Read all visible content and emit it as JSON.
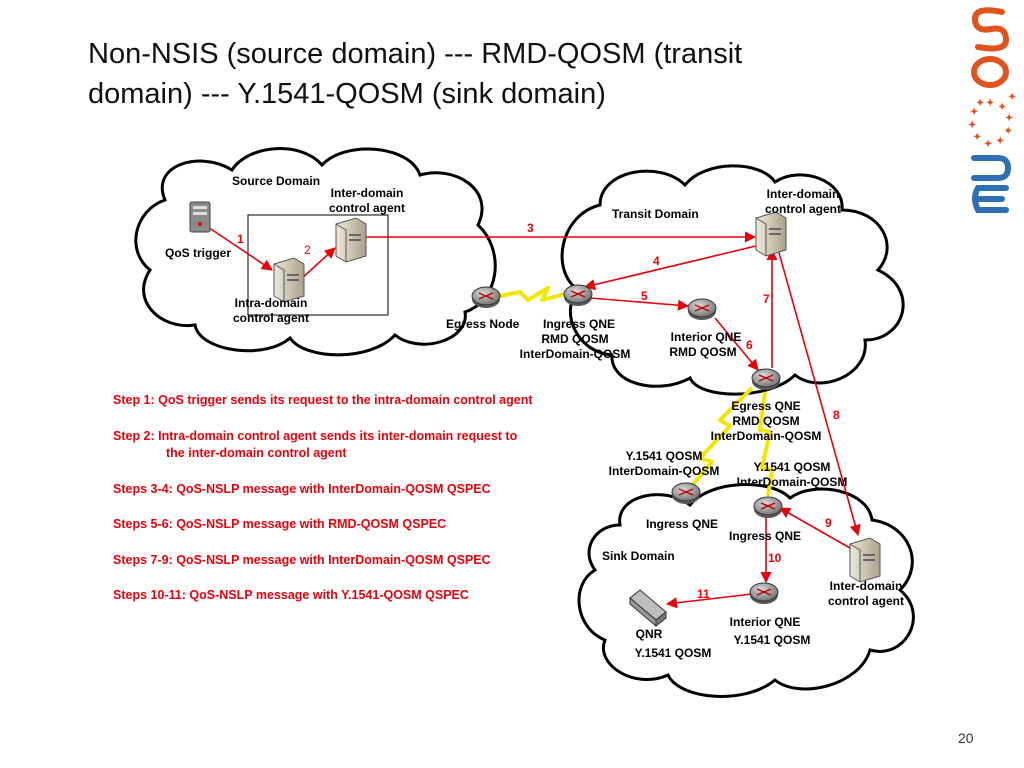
{
  "title": {
    "line1": "Non-NSIS (source domain) --- RMD-QOSM (transit",
    "line2": "domain) --- Y.1541-QOSM (sink domain)"
  },
  "logo": {
    "text": "EUQOS",
    "color": "#2f6fb3",
    "accent": "#e0531c"
  },
  "colors": {
    "steps": "#e8000b",
    "arrows": "#e8000b",
    "link": "#f5e600"
  },
  "diagram": {
    "source_domain": {
      "label": "Source Domain",
      "qos_trigger": "QoS trigger",
      "inter_agent_l1": "Inter-domain",
      "inter_agent_l2": "control agent",
      "intra_agent_l1": "Intra-domain",
      "intra_agent_l2": "control agent",
      "egress_node": "Egress Node"
    },
    "transit_domain": {
      "label": "Transit Domain",
      "inter_agent_l1": "Inter-domain",
      "inter_agent_l2": "control agent",
      "ingress_l1": "Ingress QNE",
      "ingress_l2": "RMD QOSM",
      "ingress_l3": "InterDomain-QOSM",
      "interior_l1": "Interior QNE",
      "interior_l2": "RMD QOSM",
      "egress_l1": "Egress QNE",
      "egress_l2": "RMD QOSM",
      "egress_l3": "InterDomain-QOSM"
    },
    "link_labels": {
      "left_l1": "Y.1541 QOSM",
      "left_l2": "InterDomain-QOSM",
      "right_l1": "Y.1541 QOSM",
      "right_l2": "InterDomain-QOSM"
    },
    "sink_domain": {
      "label": "Sink Domain",
      "ingress_a": "Ingress QNE",
      "ingress_b": "Ingress QNE",
      "inter_agent_l1": "Inter-domain",
      "inter_agent_l2": "control agent",
      "interior_l1": "Interior QNE",
      "interior_l2": "Y.1541 QOSM",
      "qnr_l1": "QNR",
      "qnr_l2": "Y.1541 QOSM"
    },
    "step_numbers": [
      "1",
      "2",
      "3",
      "4",
      "5",
      "6",
      "7",
      "8",
      "9",
      "10",
      "11"
    ]
  },
  "steps": {
    "s1": "Step 1: QoS trigger sends its request to the intra-domain control agent",
    "s2a": "Step 2: Intra-domain control agent sends its inter-domain request to",
    "s2b": "the inter-domain control agent",
    "s3": "Steps 3-4: QoS-NSLP message with InterDomain-QOSM QSPEC",
    "s4": "Steps 5-6: QoS-NSLP message with RMD-QOSM QSPEC",
    "s5": "Steps 7-9: QoS-NSLP message with InterDomain-QOSM QSPEC",
    "s6": "Steps 10-11: QoS-NSLP message with Y.1541-QOSM QSPEC"
  },
  "page_number": "20"
}
